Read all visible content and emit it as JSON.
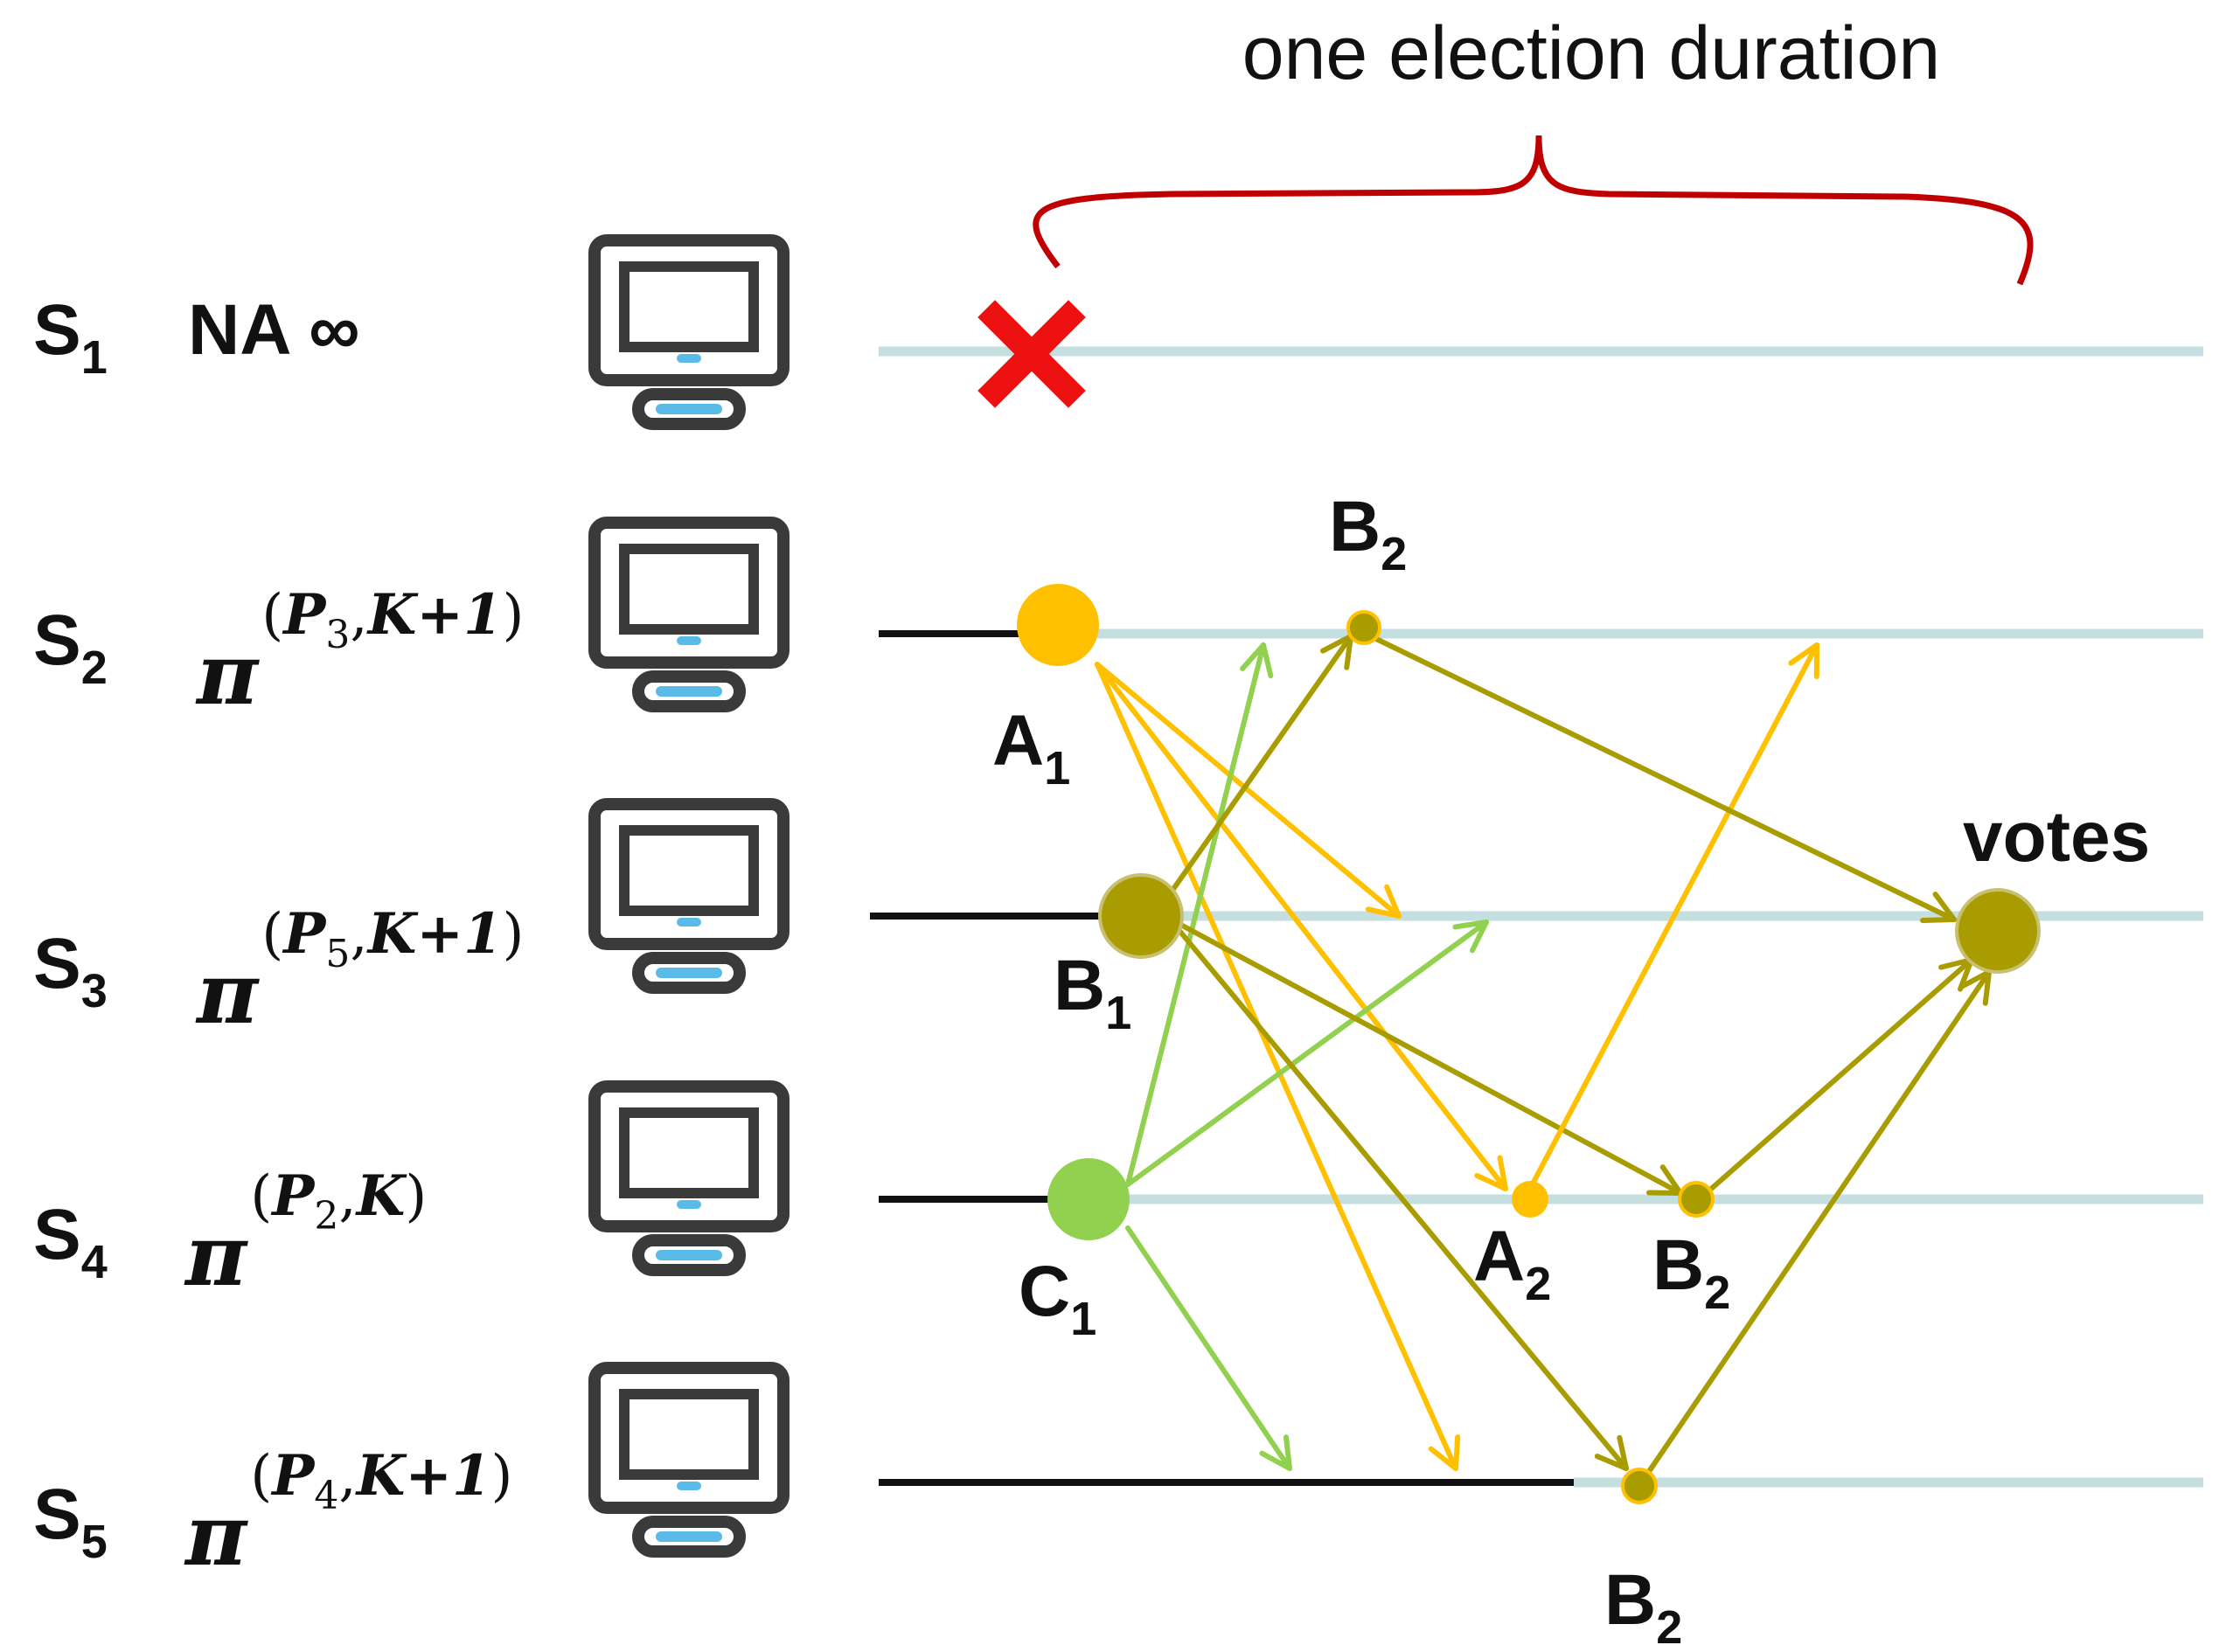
{
  "title": "one election duration",
  "servers": [
    {
      "id": "S",
      "sub": "1",
      "state_text": "NA ∞",
      "state": null
    },
    {
      "id": "S",
      "sub": "2",
      "state_text": null,
      "state": {
        "pi": "π",
        "p": "P",
        "p_sub": "3",
        "term": "K+1"
      }
    },
    {
      "id": "S",
      "sub": "3",
      "state_text": null,
      "state": {
        "pi": "π",
        "p": "P",
        "p_sub": "5",
        "term": "K+1"
      }
    },
    {
      "id": "S",
      "sub": "4",
      "state_text": null,
      "state": {
        "pi": "π",
        "p": "P",
        "p_sub": "2",
        "term": "K"
      }
    },
    {
      "id": "S",
      "sub": "5",
      "state_text": null,
      "state": {
        "pi": "π",
        "p": "P",
        "p_sub": "4",
        "term": "K+1"
      }
    }
  ],
  "crash_marker": {
    "server": "S1",
    "icon": "red-x-icon",
    "color": "#ee1111"
  },
  "events": [
    {
      "name": "A",
      "sub": "1",
      "server": "S2"
    },
    {
      "name": "B",
      "sub": "1",
      "server": "S3"
    },
    {
      "name": "C",
      "sub": "1",
      "server": "S4"
    },
    {
      "name": "B",
      "sub": "2",
      "server": "S2"
    },
    {
      "name": "A",
      "sub": "2",
      "server": "S4"
    },
    {
      "name": "B",
      "sub": "2",
      "server": "S4"
    },
    {
      "name": "B",
      "sub": "2",
      "server": "S5"
    }
  ],
  "votes_label": "votes",
  "icons": {
    "server": "monitor-icon",
    "brace": "curly-brace-icon"
  },
  "colors": {
    "A": "#ffc000",
    "B": "#a89c00",
    "C": "#92d050",
    "timeline": "#c5dfe0",
    "timeline_pre": "#111111",
    "brace": "#c00000",
    "monitor_body": "#3a3a3a",
    "monitor_accent": "#5bbbe8"
  }
}
